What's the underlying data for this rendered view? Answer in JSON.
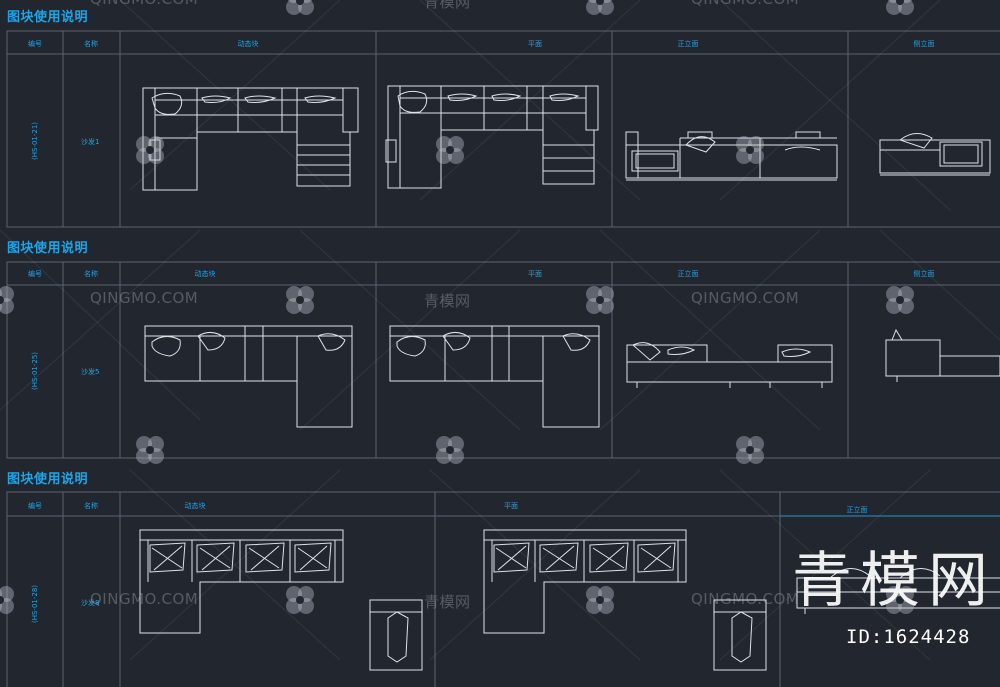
{
  "sections": [
    {
      "title": "图块使用说明",
      "id_code": "(HS-01-21)",
      "name": "沙发1"
    },
    {
      "title": "图块使用说明",
      "id_code": "(HS-01-25)",
      "name": "沙发5"
    },
    {
      "title": "图块使用说明",
      "id_code": "(HS-01-28)",
      "name": "沙发8"
    }
  ],
  "headers": {
    "code": "编号",
    "name": "名称",
    "dynamic_block": "动态块",
    "plan": "平面",
    "front": "正立面",
    "side": "侧立面"
  },
  "watermark": {
    "text_latin": "QINGMO.COM",
    "text_cn": "青模网"
  },
  "brand": {
    "name": "青模网",
    "id_label": "ID:1624428"
  },
  "colors": {
    "background": "#21262f",
    "cad_line": "#dfe3e8",
    "accent": "#1ea5e8",
    "grid": "#5c6470"
  }
}
